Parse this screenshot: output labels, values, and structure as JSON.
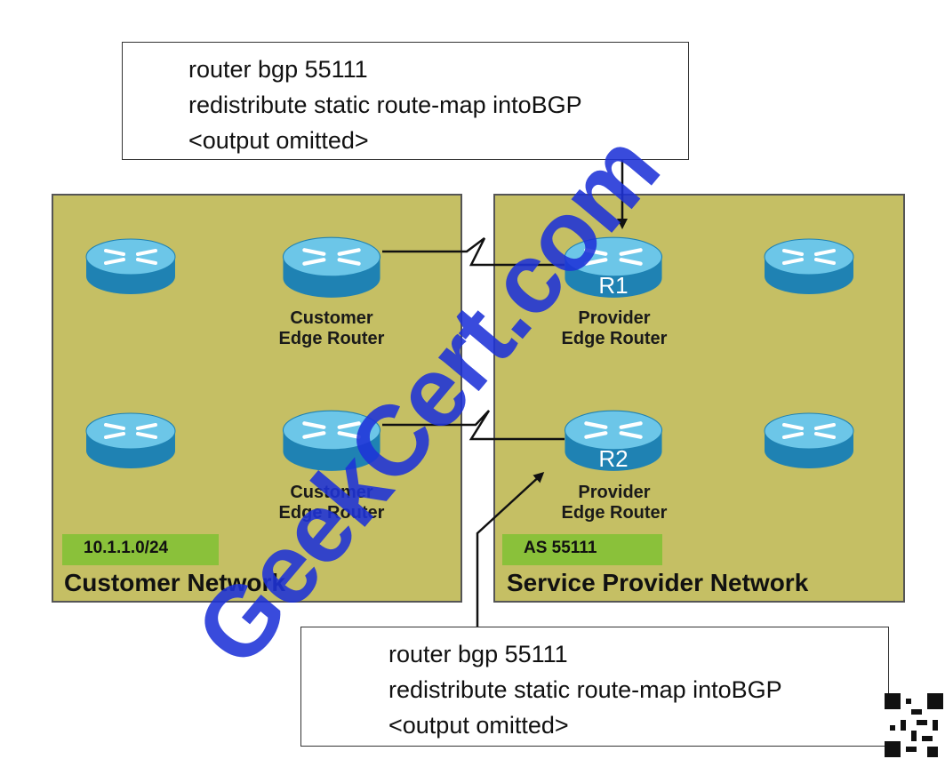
{
  "config_top": {
    "lines": [
      "router bgp 55111",
      "redistribute static route-map intoBGP",
      "<output omitted>"
    ]
  },
  "config_bottom": {
    "lines": [
      "router bgp 55111",
      "redistribute static route-map intoBGP",
      "<output omitted>"
    ]
  },
  "customer_network": {
    "title": "Customer Network",
    "subnet": "10.1.1.0/24",
    "routers": [
      {
        "label_line1": "Customer",
        "label_line2": "Edge Router"
      },
      {
        "label_line1": "Customer",
        "label_line2": "Edge Router"
      }
    ]
  },
  "provider_network": {
    "title": "Service Provider Network",
    "as_tag": "AS 55111",
    "routers": [
      {
        "name": "R1",
        "label_line1": "Provider",
        "label_line2": "Edge Router"
      },
      {
        "name": "R2",
        "label_line1": "Provider",
        "label_line2": "Edge Router"
      }
    ]
  },
  "watermark": "GeekCert.com",
  "colors": {
    "network_fill": "#c5bf64",
    "tag_fill": "#8ac13a",
    "router_top": "#6cc6e8",
    "router_side": "#1f82b3",
    "watermark": "#1e32d7"
  }
}
